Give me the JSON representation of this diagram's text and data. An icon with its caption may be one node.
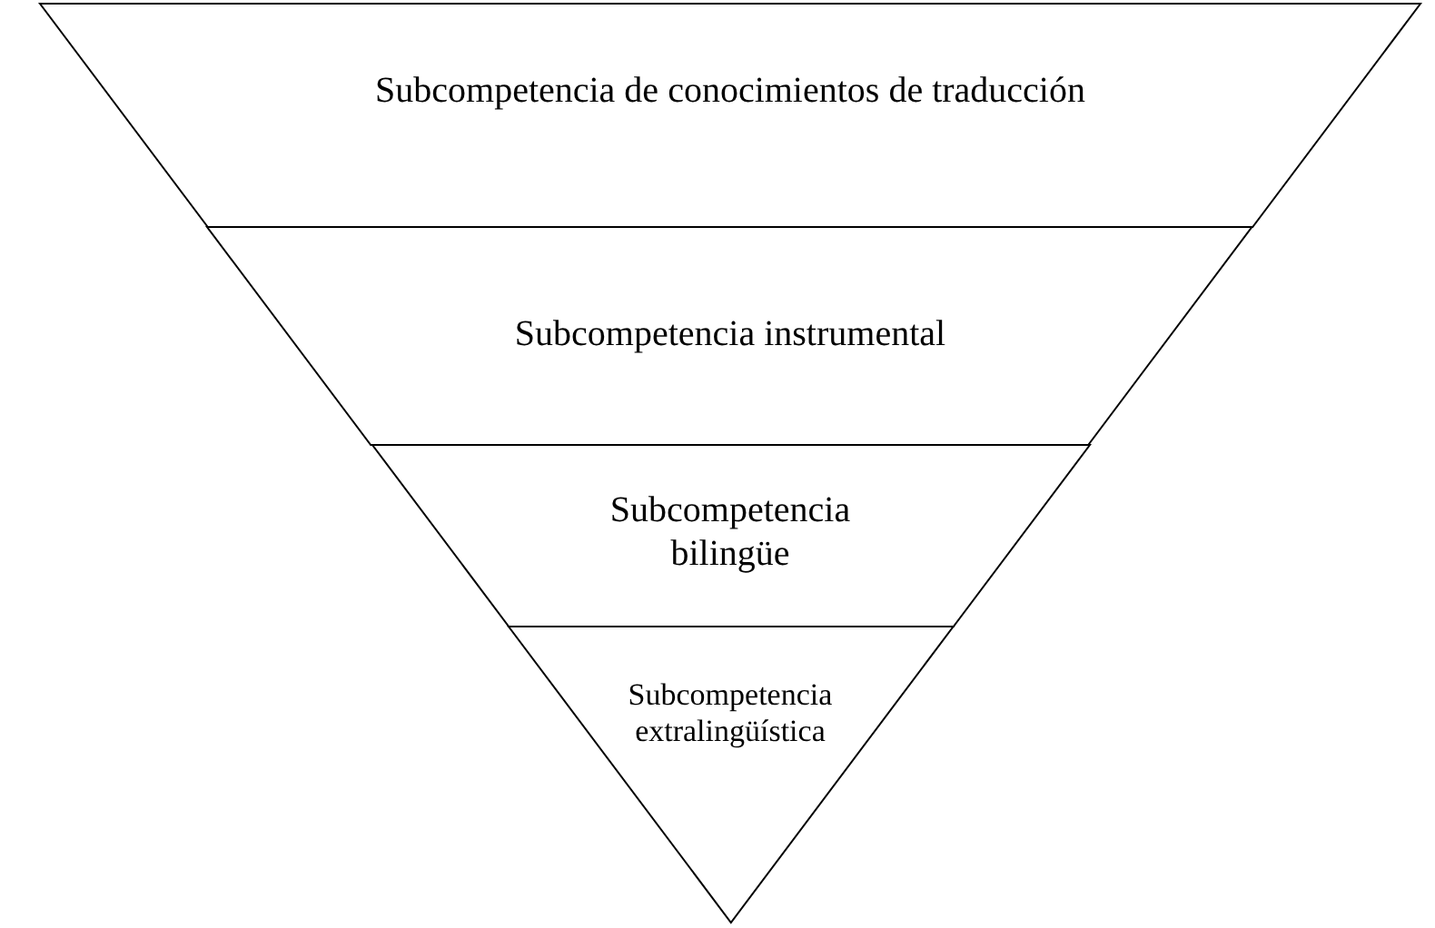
{
  "diagram": {
    "nodes": [
      {
        "text": [
          "Subcompetencia de conocimientos de traducción"
        ]
      },
      {
        "text": [
          "Subcompetencia instrumental"
        ]
      },
      {
        "text": [
          "Subcompetencia bilingüe"
        ]
      },
      {
        "text": [
          "Subcompetencia extralingüística"
        ]
      }
    ]
  }
}
